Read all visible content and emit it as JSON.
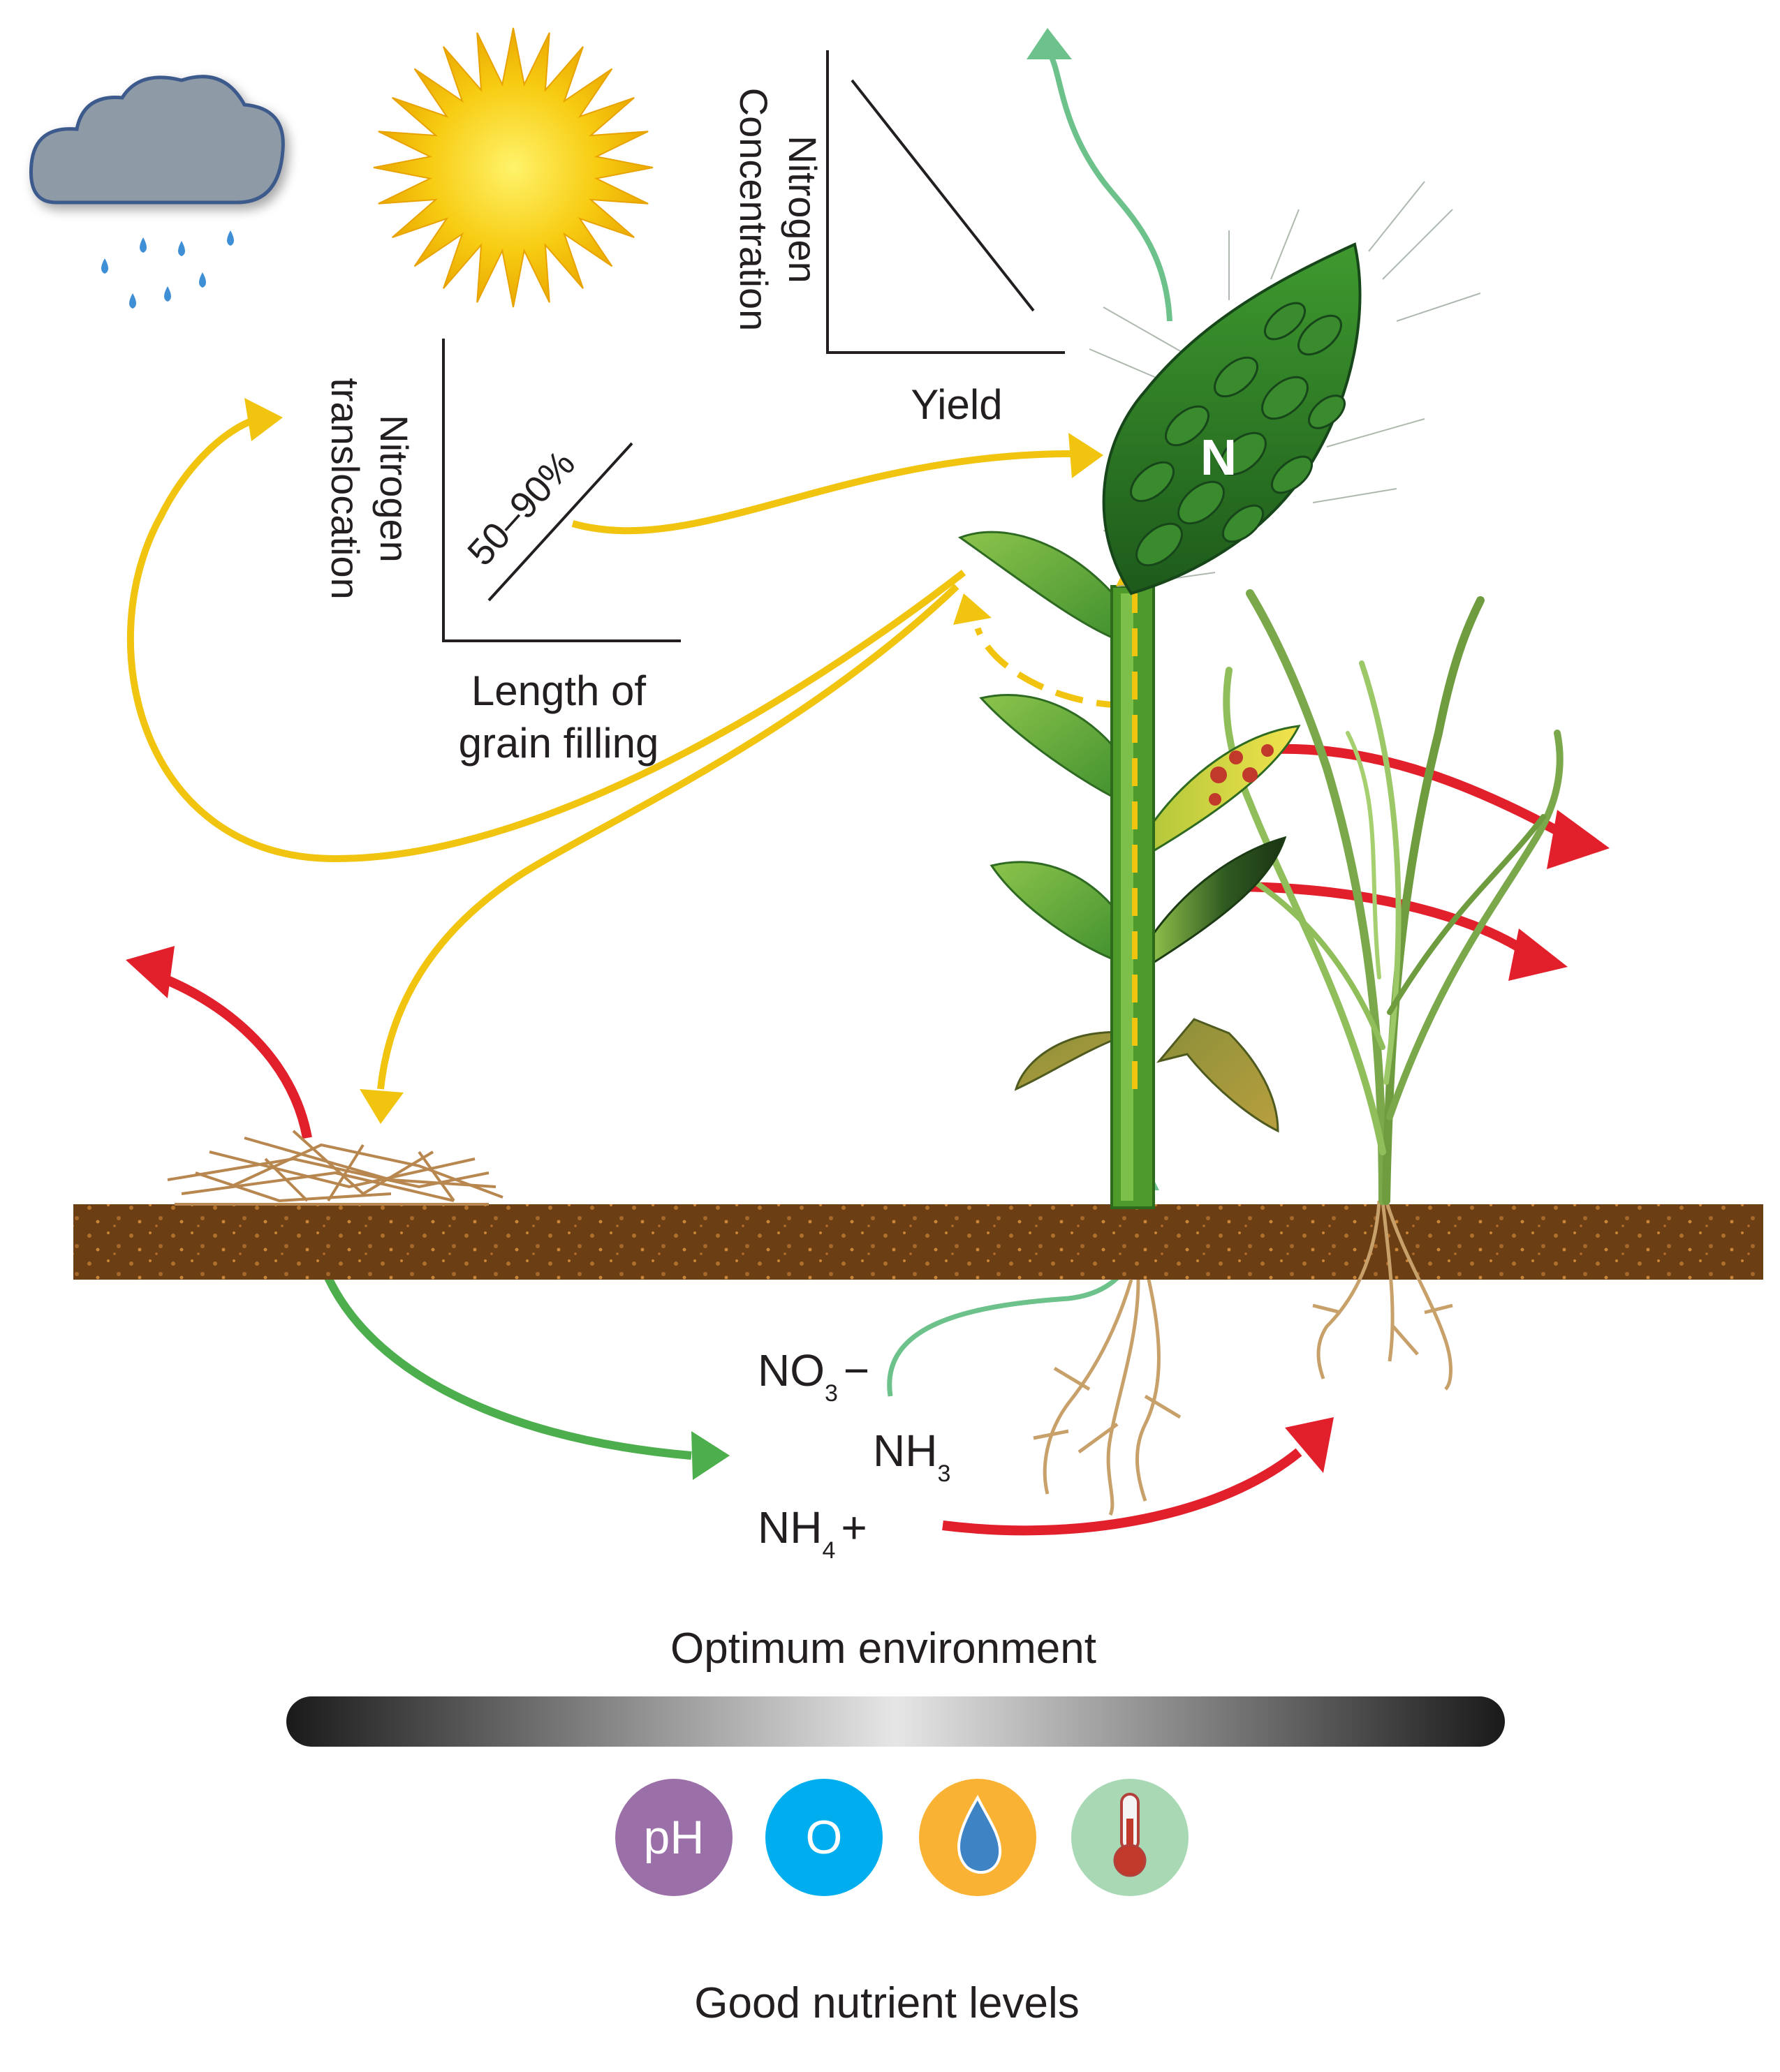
{
  "graph_yield": {
    "y_axis_label_line1": "Nitrogen",
    "y_axis_label_line2": "Concentration",
    "x_axis_label": "Yield"
  },
  "graph_grain": {
    "y_axis_label_line1": "Nitrogen",
    "y_axis_label_line2": "translocation",
    "x_axis_label_line1": "Length of",
    "x_axis_label_line2": "grain filling",
    "line_label": "50–90%"
  },
  "grain_head_label": "N",
  "soil_chemicals": {
    "nitrate": {
      "base": "NO",
      "subscript": "3",
      "suffix": "−"
    },
    "ammonia": {
      "base": "NH",
      "subscript": "3",
      "suffix": ""
    },
    "ammonium": {
      "base": "NH",
      "subscript": "4",
      "suffix": "+"
    }
  },
  "environment": {
    "title": "Optimum environment",
    "footer": "Good nutrient levels",
    "icons": [
      {
        "name": "ph-icon",
        "text": "pH",
        "color": "#9b6fa8"
      },
      {
        "name": "oxygen-icon",
        "text": "O",
        "color": "#00aeef"
      },
      {
        "name": "water-drop-icon",
        "text": "",
        "color": "#f9b233"
      },
      {
        "name": "thermometer-icon",
        "text": "",
        "color": "#a8d8b4"
      }
    ]
  },
  "colors": {
    "yellow_arrow": "#f1c40f",
    "red_arrow": "#e2202c",
    "green_arrow": "#4cae4c",
    "soil": "#6b3e14",
    "stem": "#4e9a2a"
  }
}
